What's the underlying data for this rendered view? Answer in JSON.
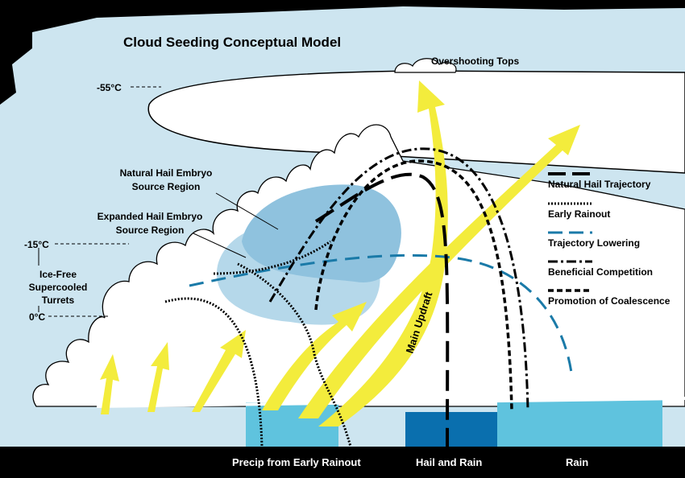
{
  "title": "Cloud Seeding Conceptual Model",
  "labels": {
    "overshooting_tops": "Overshooting Tops",
    "temp_top": "-55°C",
    "temp_mid": "-15°C",
    "temp_bottom": "0°C",
    "natural_region_1": "Natural Hail Embryo",
    "natural_region_2": "Source Region",
    "expanded_region_1": "Expanded Hail Embryo",
    "expanded_region_2": "Source Region",
    "turrets_1": "Ice-Free",
    "turrets_2": "Supercooled",
    "turrets_3": "Turrets",
    "main_updraft": "Main Updraft"
  },
  "legend": [
    {
      "label": "Natural Hail Trajectory",
      "style": "long-dash",
      "color": "#000000"
    },
    {
      "label": "Early Rainout",
      "style": "dotted",
      "color": "#000000"
    },
    {
      "label": "Trajectory Lowering",
      "style": "dash",
      "color": "#1a7aa8"
    },
    {
      "label": "Beneficial Competition",
      "style": "dash-dot",
      "color": "#000000"
    },
    {
      "label": "Promotion of Coalescence",
      "style": "short-dash",
      "color": "#000000"
    }
  ],
  "ground_labels": {
    "early_rainout": "Precip from Early Rainout",
    "hail_rain": "Hail and Rain",
    "rain": "Rain"
  },
  "colors": {
    "sky": "#cde5f0",
    "updraft": "#f3ec3c",
    "rain_light": "#5fc3de",
    "rain_dark": "#0a6fae",
    "embryo": "#9ccbe3"
  }
}
